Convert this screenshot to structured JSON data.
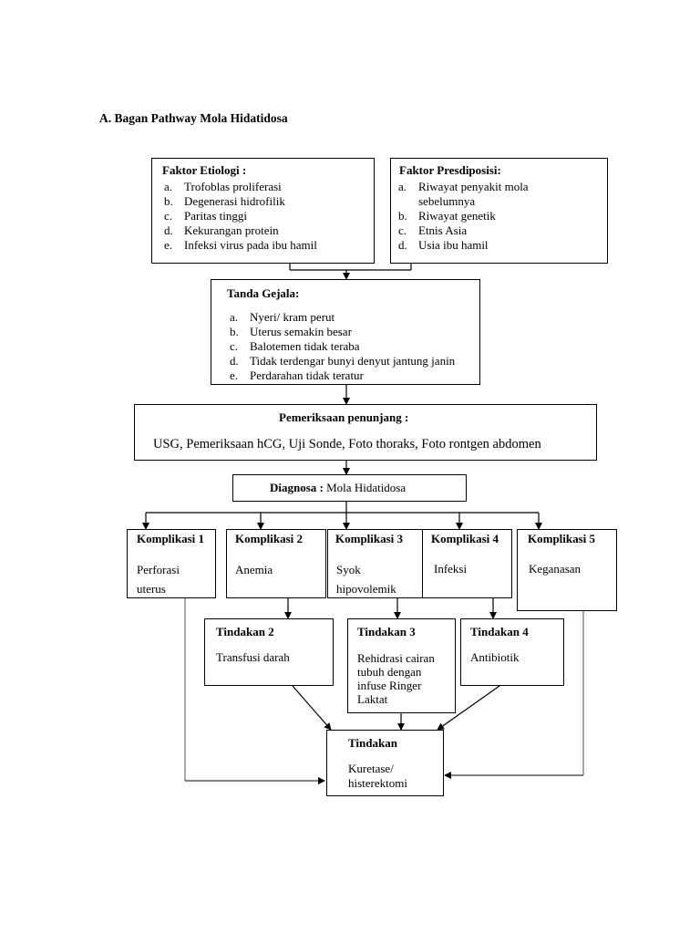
{
  "title": "A.  Bagan Pathway Mola Hidatidosa",
  "etiologi": {
    "heading": "Faktor Etiologi :",
    "items": [
      {
        "m": "a.",
        "t": "Trofoblas proliferasi"
      },
      {
        "m": "b.",
        "t": "Degenerasi hidrofilik"
      },
      {
        "m": "c.",
        "t": "Paritas tinggi"
      },
      {
        "m": "d.",
        "t": "Kekurangan protein"
      },
      {
        "m": "e.",
        "t": "Infeksi virus pada ibu hamil"
      }
    ]
  },
  "predisposisi": {
    "heading": "Faktor Presdiposisi:",
    "items": [
      {
        "m": "a.",
        "t": "Riwayat penyakit mola"
      },
      {
        "m": "",
        "t": "sebelumnya"
      },
      {
        "m": "b.",
        "t": "Riwayat genetik"
      },
      {
        "m": "c.",
        "t": "Etnis Asia"
      },
      {
        "m": "d.",
        "t": "Usia ibu hamil"
      }
    ]
  },
  "gejala": {
    "heading": "Tanda Gejala:",
    "items": [
      {
        "m": "a.",
        "t": "Nyeri/ kram perut"
      },
      {
        "m": "b.",
        "t": "Uterus semakin besar"
      },
      {
        "m": "c.",
        "t": "Balotemen tidak teraba"
      },
      {
        "m": "d.",
        "t": "Tidak terdengar bunyi denyut jantung janin"
      },
      {
        "m": "e.",
        "t": "Perdarahan tidak teratur"
      }
    ]
  },
  "penunjang": {
    "heading": "Pemeriksaan penunjang :",
    "text": "USG, Pemeriksaan hCG, Uji Sonde, Foto thoraks, Foto rontgen abdomen"
  },
  "diagnosa": {
    "label": "Diagnosa :",
    "value": " Mola Hidatidosa"
  },
  "komplikasi": [
    {
      "title": "Komplikasi 1",
      "l1": "Perforasi",
      "l2": "uterus"
    },
    {
      "title": "Komplikasi 2",
      "l1": "Anemia",
      "l2": ""
    },
    {
      "title": "Komplikasi 3",
      "l1": "Syok",
      "l2": "hipovolemik"
    },
    {
      "title": "Komplikasi 4",
      "l1": "Infeksi",
      "l2": ""
    },
    {
      "title": "Komplikasi 5",
      "l1": "Keganasan",
      "l2": ""
    }
  ],
  "tindakan2": {
    "title": "Tindakan 2",
    "lines": [
      "Transfusi darah"
    ]
  },
  "tindakan3": {
    "title": "Tindakan 3",
    "lines": [
      "Rehidrasi cairan",
      "tubuh dengan",
      "infuse Ringer",
      "Laktat"
    ]
  },
  "tindakan4": {
    "title": "Tindakan 4",
    "lines": [
      "Antibiotik"
    ]
  },
  "tindakan_final": {
    "title": "Tindakan",
    "lines": [
      "Kuretase/",
      "histerektomi"
    ]
  }
}
